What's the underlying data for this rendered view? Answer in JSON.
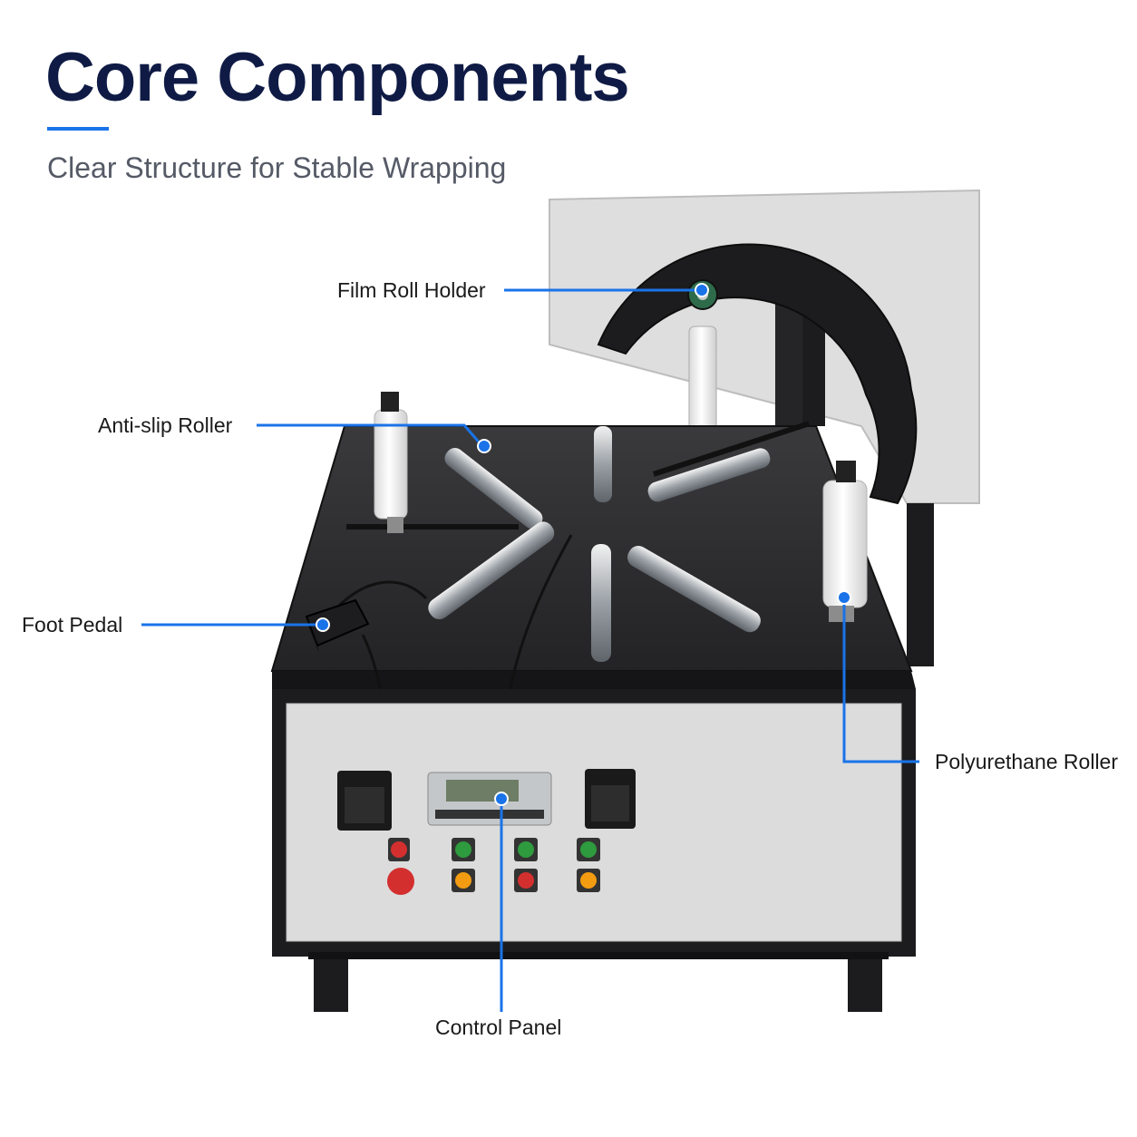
{
  "header": {
    "title": "Core Components",
    "subtitle": "Clear Structure for Stable Wrapping"
  },
  "callouts": [
    {
      "id": "film-roll-holder",
      "label": "Film Roll Holder"
    },
    {
      "id": "anti-slip-roller",
      "label": "Anti-slip Roller"
    },
    {
      "id": "foot-pedal",
      "label": "Foot Pedal"
    },
    {
      "id": "polyurethane-roller",
      "label": "Polyurethane Roller"
    },
    {
      "id": "control-panel",
      "label": "Control Panel"
    }
  ],
  "colors": {
    "title": "#0f1b45",
    "accent": "#1a73e8",
    "subtitle": "#555a66",
    "machine_top": "#2b2b2d",
    "machine_panel": "#dcdcdc",
    "machine_frame": "#1c1c1e"
  }
}
